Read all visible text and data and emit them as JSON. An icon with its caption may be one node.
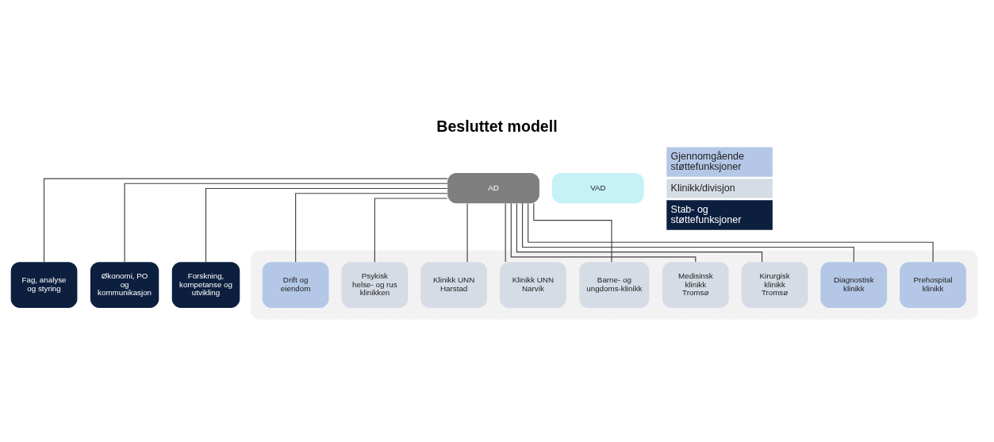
{
  "diagram": {
    "title": "Besluttet modell",
    "nodes": [
      {
        "text": [
          "AD"
        ]
      },
      {
        "text": [
          "VAD"
        ]
      },
      {
        "text": [
          "Fag, analyse og styring"
        ]
      },
      {
        "text": [
          "Økonomi, PO og kommunikasjon"
        ]
      },
      {
        "text": [
          "Forskning, kompetanse og utvikling"
        ]
      },
      {
        "text": [],
        "shape": "box"
      },
      {
        "text": [
          "Prehospital klinikk"
        ],
        "in": 5
      },
      {
        "text": [
          "Diagnostisk klinikk"
        ],
        "in": 5
      },
      {
        "text": [
          "Kirurgisk klinikk Tromsø"
        ],
        "in": 5
      },
      {
        "text": [
          "Medisinsk klinikk Tromsø"
        ],
        "in": 5
      },
      {
        "text": [
          "Barne- og ungdoms-klinikk"
        ],
        "in": 5
      },
      {
        "text": [
          "Klinikk UNN Narvik"
        ],
        "in": 5
      },
      {
        "text": [
          "Klinikk UNN Harstad"
        ],
        "in": 5
      },
      {
        "text": [
          "Psykisk helse- og rus klinikken"
        ],
        "in": 5
      },
      {
        "text": [
          "Drift og eiendom"
        ],
        "in": 5
      }
    ],
    "edges": [
      {
        "from": 0,
        "to": 2,
        "arrow": "none"
      },
      {
        "from": 0,
        "to": 3,
        "arrow": "none"
      },
      {
        "from": 0,
        "to": 4,
        "arrow": "none"
      },
      {
        "from": 0,
        "to": 6,
        "arrow": "none"
      },
      {
        "from": 0,
        "to": 7,
        "arrow": "none"
      },
      {
        "from": 0,
        "to": 8,
        "arrow": "none"
      },
      {
        "from": 0,
        "to": 9,
        "arrow": "none"
      },
      {
        "from": 0,
        "to": 10,
        "arrow": "none"
      },
      {
        "from": 0,
        "to": 11,
        "arrow": "none"
      },
      {
        "from": 0,
        "to": 12,
        "arrow": "none"
      },
      {
        "from": 0,
        "to": 13,
        "arrow": "none"
      },
      {
        "from": 0,
        "to": 14,
        "arrow": "none"
      }
    ],
    "legend": [
      {
        "text": "Gjennomgående støttefunksjoner",
        "color": "#b4c7e7"
      },
      {
        "text": "Klinikk/divisjon",
        "color": "#d6dce5"
      },
      {
        "text": "Stab- og støttefunksjoner",
        "color": "#0c1f3f"
      }
    ]
  }
}
